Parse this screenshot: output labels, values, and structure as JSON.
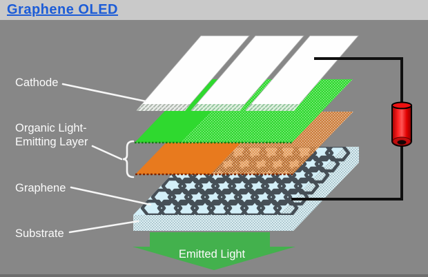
{
  "header": {
    "title": "Graphene OLED"
  },
  "diagram": {
    "labels": {
      "cathode": "Cathode",
      "organic_line1": "Organic Light-",
      "organic_line2": "Emitting Layer",
      "graphene": "Graphene",
      "substrate": "Substrate",
      "emitted_light": "Emitted Light"
    },
    "colors": {
      "title_blue": "#1c5cd7",
      "header_bg": "#c9c9c9",
      "canvas_gray": "#878787",
      "cathode_white": "#fefefe",
      "organic_green": "#2fd92f",
      "organic_orange": "#e87a1e",
      "substrate_blue": "#d3eff8",
      "graphene_dark": "#3a4249",
      "arrow_green": "#43b14d",
      "battery_red": "#ee1111",
      "wire_black": "#101010",
      "label_white": "#fbfbfb"
    }
  }
}
